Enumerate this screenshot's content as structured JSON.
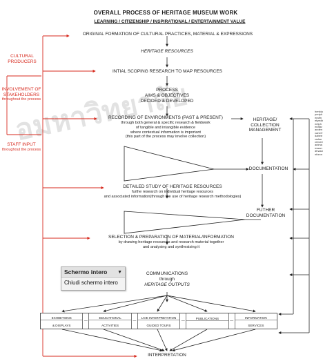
{
  "header": {
    "title": "OVERALL PROCESS OF HERITAGE MUSEUM WORK",
    "subtitle": "LEARNING / CITIZENSHIP / INSPIRATIONAL / ENTERTAINMENT VALUE"
  },
  "steps": {
    "original_formation": "ORIGINAL FORMATION OF CULTURAL PRACTICES, MATERIAL & EXPRESSIONS",
    "heritage_resources": "HERITAGE RESOURCES",
    "initial_scoping": "INTIAL SCOPING RESEARCH TO MAP RESOURCES",
    "process_line1": "PROCESS",
    "process_line2": "AIMS & OBJECTIVES",
    "process_line3": "DECIDED & DEVELOPED",
    "recording_line1": "RECORDING OF ENVIRONMENTS (PAST & PRESENT)",
    "recording_line2": "through both general & specific research & fieldwork",
    "recording_line3": "of tangible and intangible evidence",
    "recording_line4": "where contextual information is important",
    "recording_line5": "(this part of the process may involve collection)",
    "detailed_line1": "DETAILED STUDY OF HERITAGE RESOURCES",
    "detailed_line2": "furthe research on individual heritage resources",
    "detailed_line3": "and associated information(through the use of heritage research methodologies)",
    "selection_line1": "SELECTION & PREPARATION OF MATERIAL/INFORMATION",
    "selection_line2": "by drawing heritage resources and research material together",
    "selection_line3": "and analysing and synthesising it",
    "communications_line1": "COMMUNICATIONS",
    "communications_line2": "through",
    "communications_line3": "HERITAGE OUTPUTS",
    "interpretation": "INTERPRETATION"
  },
  "left_labels": {
    "cultural_producers": "CULTURAL PRODUCERS",
    "involvement": "INVOLVEMENT OF STAKEHOLDERS",
    "involvement_sub": "throughout the process",
    "staff_input": "STAFF INPUT",
    "staff_input_sub": "throughout the process"
  },
  "right_labels": {
    "heritage_collection": "HERITAGE/ COLLECTION MANAGEMENT",
    "documentation": "DOCUMENTATION",
    "futher_documentation": "FUTHER DOCUMENTATION"
  },
  "outputs": [
    {
      "top": "EXHIBITIONS",
      "bottom": "& DISPLAYS"
    },
    {
      "top": "EDUCATIONAL",
      "bottom": "ACTIVITIES"
    },
    {
      "top": "LIVE INTERPRETATION",
      "bottom": "GUIDED TOURS"
    },
    {
      "top": "PUBLICATIONS",
      "bottom": ""
    },
    {
      "top": "INFORMATION",
      "bottom": "SERVICES"
    }
  ],
  "output_separator": "—",
  "menu": {
    "title": "Schermo intero",
    "item": "Chiudi schermo intero"
  },
  "watermark": "อมหาวิทยาลัย",
  "right_edge_text": "hericiaperipheralfnetyedbertipherialsrandencanerfdabeeradeecreceeanimaessandfnaioinforcn",
  "colors": {
    "red": "#d72a1e",
    "text": "#1a1a1a",
    "line": "#222222"
  }
}
